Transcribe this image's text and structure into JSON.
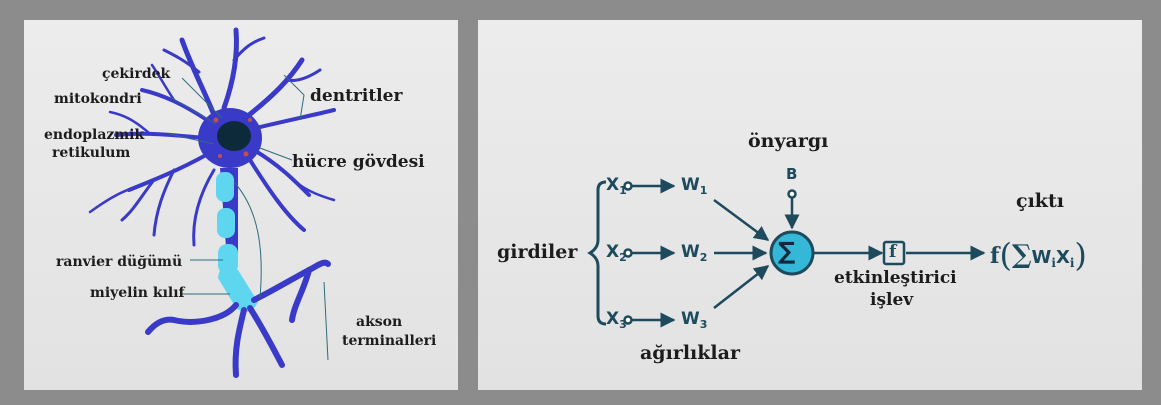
{
  "neuron": {
    "labels": {
      "nucleus": "çekirdek",
      "mitochondria": "mitokondri",
      "er_line1": "endoplazmik",
      "er_line2": "retikulum",
      "dendrites": "dentritler",
      "cell_body": "hücre gövdesi",
      "ranvier": "ranvier düğümü",
      "myelin": "miyelin kılıf",
      "axon_line1": "akson",
      "axon_line2": "terminalleri"
    },
    "colors": {
      "body": "#3a3ac8",
      "myelin": "#5ed6f0",
      "nucleus": "#0c2a3a"
    }
  },
  "perceptron": {
    "inputs_label": "girdiler",
    "weights_label": "ağırlıklar",
    "bias_title": "önyargı",
    "bias_symbol": "B",
    "sum_symbol": "∑",
    "activation_symbol": "f",
    "activation_line1": "etkinleştirici",
    "activation_line2": "işlev",
    "output_title": "çıktı",
    "inputs": [
      {
        "x": "X",
        "x_sub": "1",
        "w": "W",
        "w_sub": "1"
      },
      {
        "x": "X",
        "x_sub": "2",
        "w": "W",
        "w_sub": "2"
      },
      {
        "x": "X",
        "x_sub": "3",
        "w": "W",
        "w_sub": "3"
      }
    ],
    "output_formula": {
      "f": "f",
      "sum": "∑",
      "w": "W",
      "w_sub": "i",
      "x": "X",
      "x_sub": "i"
    },
    "colors": {
      "accent": "#1d4a5c",
      "node_fill": "#35b7d8"
    }
  }
}
